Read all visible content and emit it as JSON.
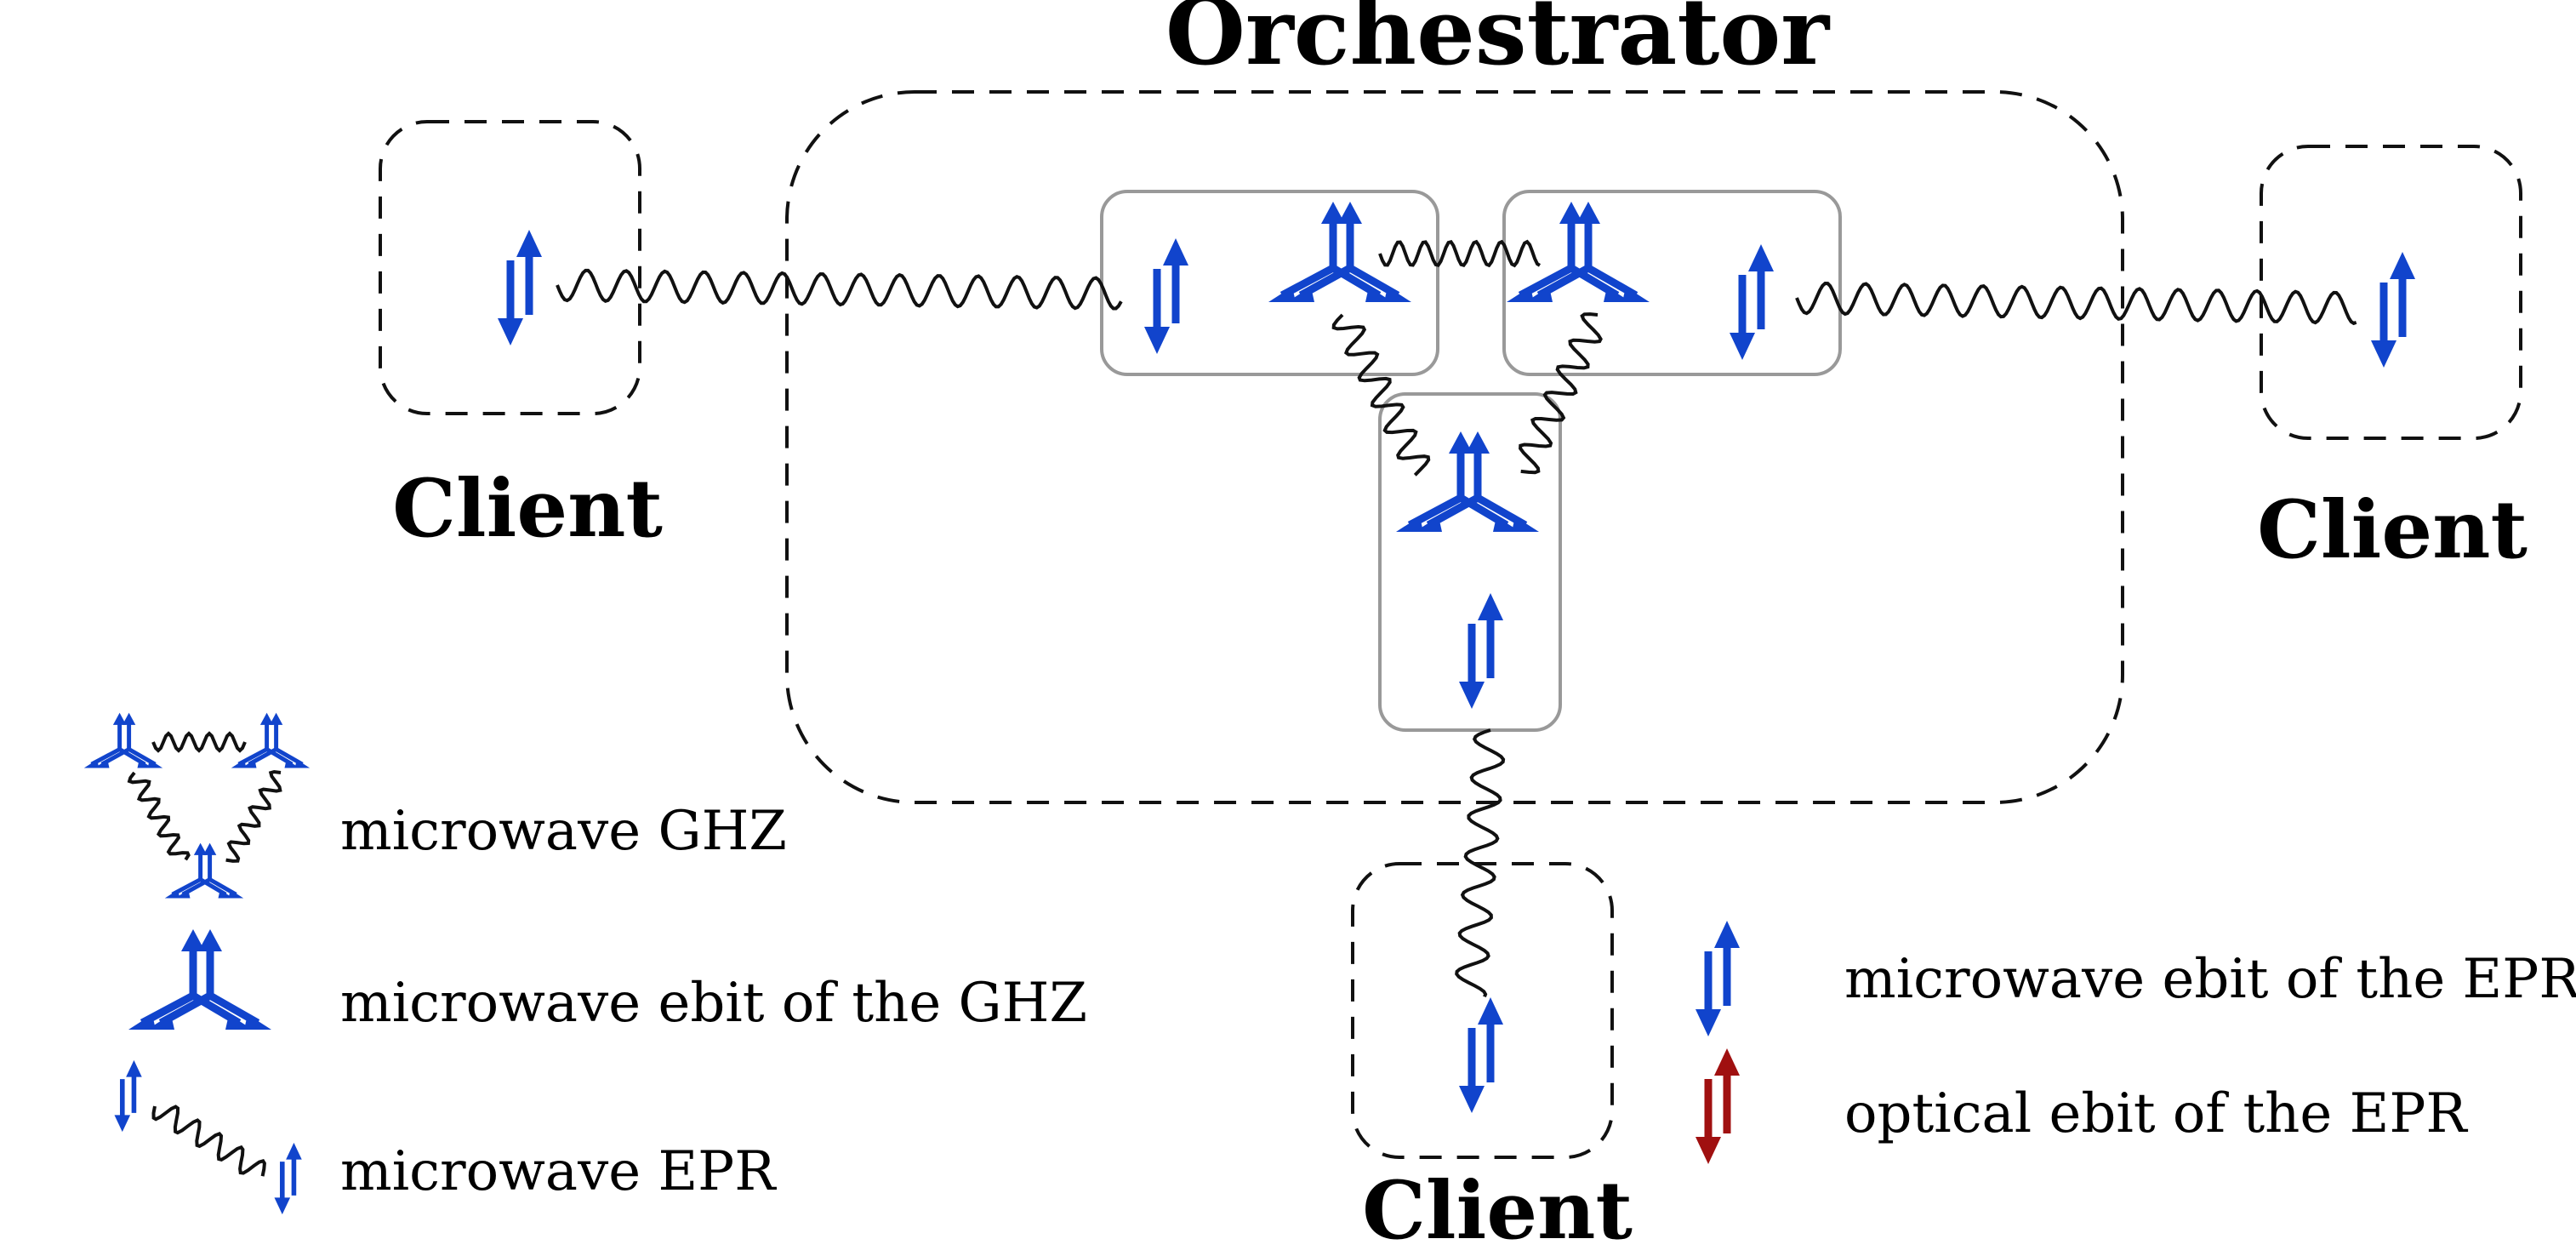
{
  "title": "Orchestrator",
  "clients": {
    "left": "Client",
    "right": "Client",
    "bottom": "Client"
  },
  "legend": {
    "ghz": "microwave GHZ",
    "ghz_ebit": "microwave ebit of the GHZ",
    "epr": "microwave EPR",
    "epr_microwave_ebit": "microwave ebit of the EPR",
    "epr_optical_ebit": "optical ebit of the EPR"
  },
  "colors": {
    "microwave": "#1144cc",
    "optical": "#a01010",
    "link": "#111111",
    "node_border": "#999999",
    "region_border": "#111111"
  },
  "icons": {
    "ghz_ebit": "triple-arrow-star-icon",
    "epr_ebit": "up-down-arrow-pair-icon",
    "entanglement_link": "wavy-line"
  }
}
